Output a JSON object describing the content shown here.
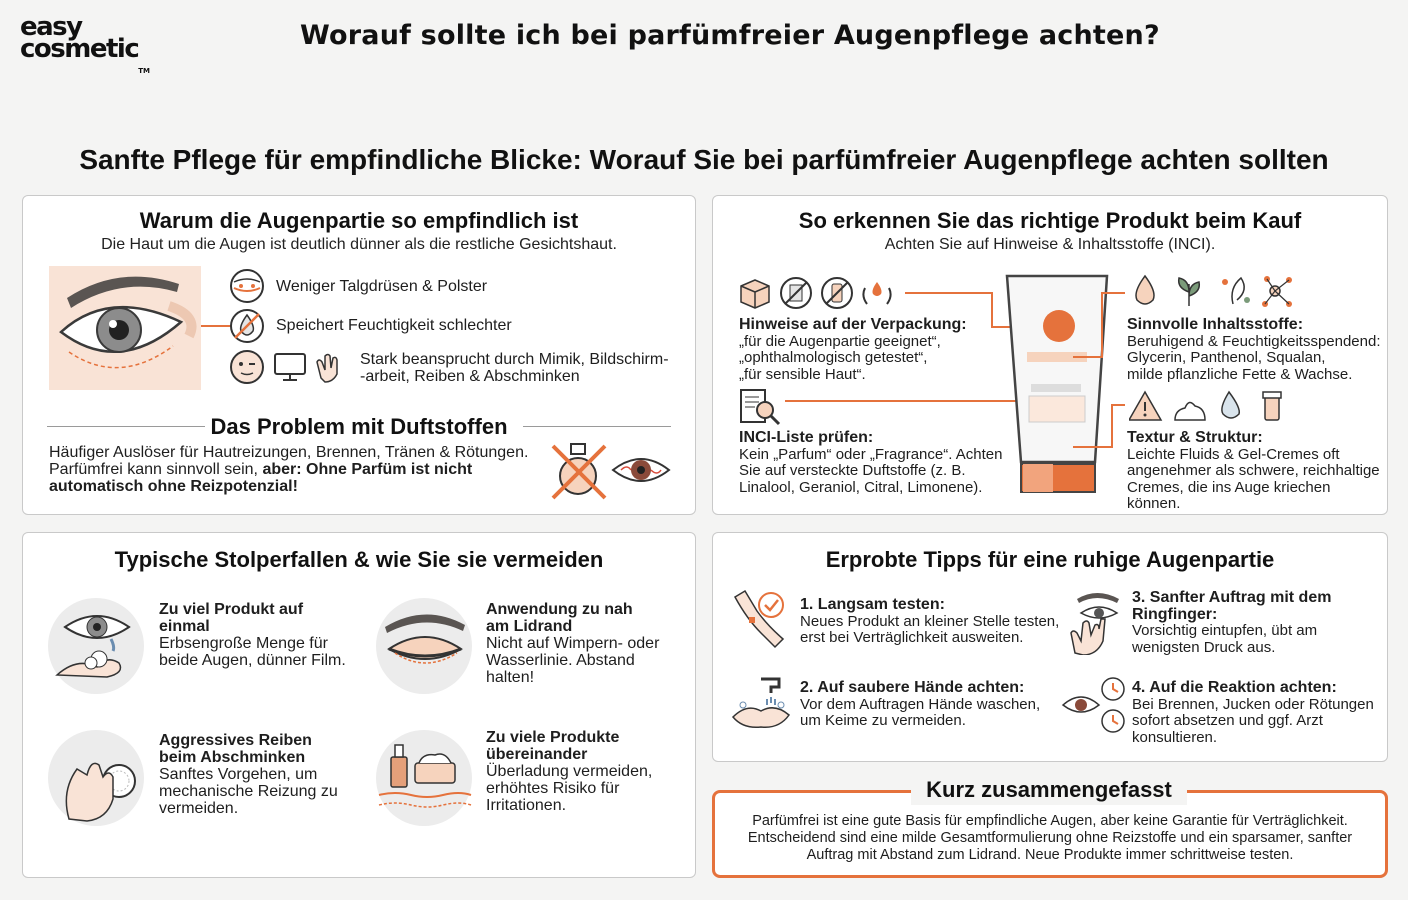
{
  "brand": {
    "line1": "easy",
    "line2": "cosmetic",
    "tm": "TM"
  },
  "page_title": "Worauf sollte ich bei parfümfreier Augenpflege achten?",
  "main_title": "Sanfte Pflege für empfindliche Blicke: Worauf Sie bei parfümfreier Augenpflege achten sollten",
  "colors": {
    "accent": "#e5723c",
    "peach": "#f6d3bd",
    "skin": "#f9e3d6",
    "border": "#c9c9c9"
  },
  "panel1": {
    "title": "Warum die Augenpartie so empfindlich ist",
    "subtitle": "Die Haut um die Augen ist deutlich dünner als die restliche Gesichtshaut.",
    "items": [
      {
        "icon": "skin-layers-icon",
        "text": "Weniger Talgdrüsen & Polster"
      },
      {
        "icon": "moisture-drop-icon",
        "text": "Speichert Feuchtigkeit schlechter"
      },
      {
        "icon": "face-monitor-hand-icon",
        "text1": "Stark beansprucht durch Mimik, Bildschirm-",
        "text2": "-arbeit, Reiben & Abschminken"
      }
    ],
    "problem_title": "Das Problem mit Duftstoffen",
    "problem_line1": "Häufiger Auslöser für Hautreizungen, Brennen, Tränen & Rötungen.",
    "problem_line2a": "Parfümfrei kann sinnvoll sein, ",
    "problem_line2b": "aber: Ohne Parfüm ist nicht",
    "problem_line3": "automatisch ohne Reizpotenzial!"
  },
  "panel2": {
    "title": "So erkennen Sie das richtige Produkt beim Kauf",
    "subtitle": "Achten Sie auf Hinweise & Inhaltsstoffe (INCI).",
    "packaging_title": "Hinweise auf der Verpackung:",
    "packaging_lines": [
      "„für die Augenpartie geeignet“,",
      "„ophthalmologisch getestet“,",
      "„für sensible Haut“."
    ],
    "inci_title": "INCI-Liste prüfen:",
    "inci_lines": [
      "Kein „Parfum“ oder „Fragrance“. Achten",
      "Sie auf versteckte Duftstoffe (z. B.",
      "Linalool, Geraniol, Citral, Limonene)."
    ],
    "ingredients_title": "Sinnvolle Inhaltsstoffe:",
    "ingredients_lines": [
      "Beruhigend & Feuchtigkeitsspendend:",
      "Glycerin, Panthenol, Squalan,",
      "milde pflanzliche Fette & Wachse."
    ],
    "texture_title": "Textur & Struktur:",
    "texture_lines": [
      "Leichte Fluids & Gel-Cremes oft",
      "angenehmer als schwere, reichhaltige",
      "Cremes, die ins Auge kriechen können."
    ]
  },
  "panel3": {
    "title": "Typische Stolperfallen & wie Sie sie vermeiden",
    "items": [
      {
        "title1": "Zu viel Produkt auf",
        "title2": "einmal",
        "text": [
          "Erbsengroße Menge für",
          "beide Augen, dünner Film."
        ]
      },
      {
        "title1": "Anwendung zu nah",
        "title2": "am Lidrand",
        "text": [
          "Nicht auf Wimpern- oder",
          "Wasserlinie. Abstand",
          "halten!"
        ]
      },
      {
        "title1": "Aggressives Reiben",
        "title2": "beim Abschminken",
        "text": [
          "Sanftes Vorgehen, um",
          "mechanische Reizung zu",
          "vermeiden."
        ]
      },
      {
        "title1": "Zu viele Produkte",
        "title2": "übereinander",
        "text": [
          "Überladung vermeiden,",
          "erhöhtes Risiko für",
          "Irritationen."
        ]
      }
    ]
  },
  "panel4": {
    "title": "Erprobte Tipps für eine ruhige Augenpartie",
    "tips": [
      {
        "title1": "1. Langsam testen:",
        "title2": "",
        "text": [
          "Neues Produkt an kleiner Stelle testen,",
          "erst bei Verträglichkeit ausweiten."
        ]
      },
      {
        "title1": "3. Sanfter Auftrag mit dem",
        "title2": "Ringfinger:",
        "text": [
          "Vorsichtig eintupfen, übt am",
          "wenigsten Druck aus."
        ]
      },
      {
        "title1": "2. Auf saubere Hände achten:",
        "title2": "",
        "text": [
          "Vor dem Auftragen Hände waschen,",
          "um Keime zu vermeiden."
        ]
      },
      {
        "title1": "4. Auf die Reaktion achten:",
        "title2": "",
        "text": [
          "Bei Brennen, Jucken oder Rötungen",
          "sofort absetzen und ggf. Arzt",
          "konsultieren."
        ]
      }
    ]
  },
  "summary": {
    "title": "Kurz zusammengefasst",
    "lines": [
      "Parfümfrei ist eine gute Basis für empfindliche Augen, aber keine Garantie für Verträglichkeit.",
      "Entscheidend sind eine milde Gesamtformulierung ohne Reizstoffe und ein sparsamer, sanfter",
      "Auftrag mit Abstand zum Lidrand. Neue Produkte immer schrittweise testen."
    ]
  }
}
